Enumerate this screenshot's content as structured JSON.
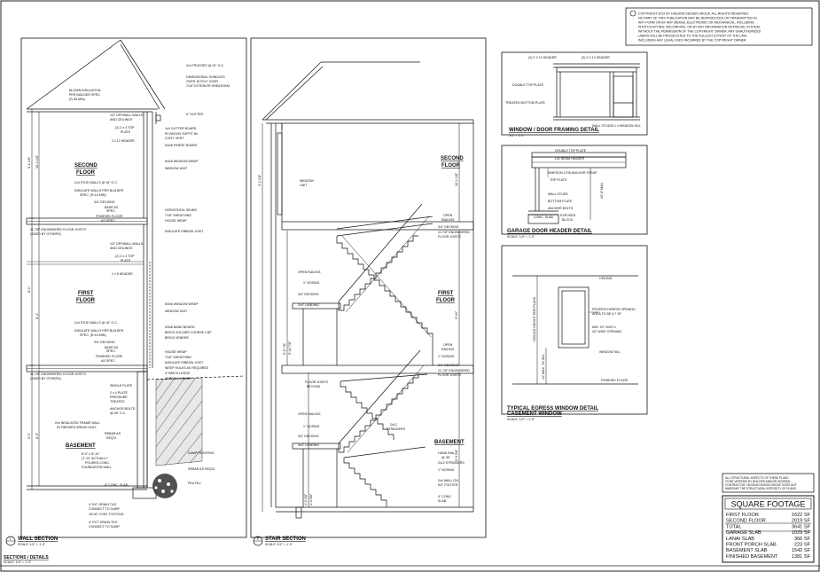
{
  "copyright": {
    "lines": [
      "COPYRIGHT 2012 BY HIGGINS DESIGN GROUP. ALL RIGHTS RESERVED.",
      "NO PART OF THIS PUBLICATION MAY BE REPRODUCED OR TRANSMITTED IN",
      "ANY FORM OR BY ANY MEANS, ELECTRONIC OR MECHANICAL, INCLUDING",
      "PHOTOCOPYING, RECORDING, OR BY ANY INFORMATION RETRIEVAL SYSTEM,",
      "WITHOUT THE PERMISSION OF THE COPYRIGHT OWNER. ANY UNAUTHORIZED",
      "USERS WILL BE PROSECUTED TO THE FULLEST EXTENT OF THE LAW,",
      "INCLUDING ANY LEGAL FEES INCURRED BY THE COPYRIGHT OWNER."
    ]
  },
  "wall_section": {
    "title": "WALL SECTION",
    "scale": "SCALE: 1/2\" = 1'-0\"",
    "marker": "1",
    "labels": {
      "trusses": "2x4 TRUSSES @ 24\" O.C.",
      "shingles1": "DIMENSIONAL SHINGLES",
      "shingles2": "OVER 15 FELT OVER",
      "shingles3": "7/16\" EXTERIOR SHEATHING",
      "blown1": "BLOWN INSULATION",
      "blown2": "PER BUILDER SPEC.",
      "blown3": "(R-38 MIN)",
      "drywall1": "1/2\" DRYWALL WALLS",
      "drywall2": "AND CEILINGS",
      "topplate1": "(2) 2 x 4 TOP",
      "topplate2": "PLATE",
      "header1": "2 x 12 HEADER",
      "gutter": "6\" GUTTER",
      "gutterboard": "1x4 GUTTER BOARD",
      "soffit1": "PLYWOOD SOFFIT W/",
      "soffit2": "CONT. VENT",
      "frieze": "5/4x6 FRIEZE BOARD",
      "second_floor": "SECOND",
      "second_floor2": "FLOOR",
      "window_wrap": "5/4x6 WINDOW WRAP",
      "window_unit": "WINDOW UNIT",
      "studs1": "2x4 STUD WALLS @ 16\" O.C.",
      "insul1": "INSULATE WALLS PER BUILDER",
      "insul2": "SPEC. (R-15 MIN)",
      "decking1": "3/4\" DECKING",
      "base1": "BASE AS",
      "base1b": "SPEC.",
      "finished1": "FINISHED FLOOR",
      "finished1b": "AS SPEC.",
      "siding": "HORIZONTAL SIDING",
      "sheathing": "7/16\" SHEATHING",
      "housewrap": "HOUSE WRAP",
      "rimjoist": "INSULATE RIBBON JOIST",
      "joists1": "11-7/8\" ENGINEERED FLOOR JOISTS",
      "joists1b": "(SIZED BY OTHERS)",
      "drywall3": "1/2\" DRYWALL WALLS",
      "drywall4": "AND CEILINGS",
      "topplate3": "(2) 2 x 4 TOP",
      "topplate4": "PLATE",
      "header2": "2 x 8 HEADER",
      "first_floor": "FIRST",
      "first_floor2": "FLOOR",
      "window_wrap2": "5/4x6 WINDOW WRAP",
      "window_unit2": "WINDOW UNIT",
      "studs2": "2x4 STUD WALLS @ 16\" O.C.",
      "band": "5/4x6 BAND BOARD",
      "soldier": "BRICK SOLDIER COURSE CAP",
      "veneer": "BRICK VENEER",
      "insul3": "INSULATE WALLS PER BUILDER",
      "insul4": "SPEC. (R-15 MIN)",
      "decking2": "3/4\" DECKING",
      "base2": "BASE AS",
      "base2b": "SPEC.",
      "finished2": "FINISHED FLOOR",
      "finished2b": "AS SPEC.",
      "housewrap2": "HOUSE WRAP",
      "sheathing2": "7/16\" SHEATHING",
      "rimjoist2": "INSULATE RIBBON JOIST",
      "weep": "WEEP HOLES AS REQUIRED",
      "ledge": "4\" BRICK LEDGE",
      "grade": "APPROX. GRADE",
      "joists2": "11-7/8\" ENGINEERED FLOOR JOISTS",
      "joists2b": "(SIZED BY OTHERS)",
      "sill": "SINGLE PLATE",
      "pt1": "2 x 4 PLATE",
      "pt2": "PRESSURE",
      "pt3": "TREATED",
      "anchor1": "ANCHOR BOLTS",
      "anchor2": "@ 48\" O.C.",
      "insframe1": "2x4 INSULATED FRAME WALL",
      "insframe2": "IN FINISHED AREAS ONLY",
      "rebar1": "REBAR AS",
      "rebar1b": "REQ'D.",
      "basement": "BASEMENT",
      "found1": "8'-0\" x 8\"-10\"",
      "found2": "(7'-10\" ACTUALLY",
      "found3": "POURED CONC.",
      "found4": "FOUNDATION WALL",
      "slab": "4\" CONC. SLAB",
      "damp": "DAMPPROOFING",
      "rebar2": "REBAR AS REQ'D.",
      "pea": "PEA FILL",
      "drain1": "4\" INT. DRAIN TILE",
      "drain1b": "CONNECT TO SUMP",
      "footing": "16\"x8\" CONT. FOOTING",
      "drain2": "4\" EXT. DRAIN TILE",
      "drain2b": "CONNECT TO SUMP",
      "dim1": "9'-1 1/8\"",
      "dim2": "10'-1 1/8\"",
      "dim3": "8'-1\"",
      "dim4": "8'-4\"",
      "dim5": "9'-1\"",
      "dim6": "8'-0\""
    }
  },
  "stair_section": {
    "title": "STAIR SECTION",
    "scale": "SCALE: 1/2\" = 1'-0\"",
    "marker": "2",
    "labels": {
      "window_unit": "WINDOW",
      "window_unit2": "UNIT",
      "second_floor": "SECOND",
      "second_floor2": "FLOOR",
      "open_railing": "OPEN",
      "open_railing2": "RAILING",
      "decking": "3/4\" DECKING",
      "joists": "11-7/8\" ENGINEERED",
      "joists2": "FLOOR JOISTS",
      "open_railing3": "OPEN RAILING",
      "nosing": "1\" NOSING",
      "decking2": "3/4\" DECKING",
      "landing": "3x4\" LANDING",
      "first_floor": "FIRST",
      "first_floor2": "FLOOR",
      "open_railing4": "OPEN",
      "open_railing5": "RAILING",
      "nosing2": "1\" NOSING",
      "decking3": "3/4\" DECKING",
      "joists3": "11-7/8\" ENGINEERED",
      "joists4": "FLOOR JOISTS",
      "floor_joists": "FLOOR JOISTS",
      "floor_joists2": "BEYOND",
      "open_railing6": "OPEN RAILING",
      "nosing3": "1\" NOSING",
      "stringers": "2x12",
      "stringers2": "STRINGERS",
      "decking4": "3/4\" DECKING",
      "landing2": "3x4\" LANDING",
      "basement": "BASEMENT",
      "handrail": "HAND RAIL",
      "handrail2": "@ 36\"",
      "stringers3": "2x12 STRINGERS",
      "nosing4": "1\" NOSING",
      "wall": "2x4 WALL ON",
      "wall2": "INT. FOOTER",
      "slab": "4\" CONC.",
      "slab2": "SLAB",
      "dim1": "9'-1 1/8\"",
      "dim2": "10'-1 1/8\"",
      "dim3": "6'-8 7/8\"",
      "dim4": "5'-10 7/8\"",
      "dim5": "9'-10\"",
      "dim6": "5'-3 5/8\"",
      "dim7": "4'-0 3/8\"",
      "dim8": "3'-3 5/8\""
    }
  },
  "window_door_detail": {
    "title": "WINDOW / DOOR FRAMING DETAIL",
    "scale": "1/4\" = 1'-0\"",
    "labels": {
      "header": "(2) 2 X 12 HEADER",
      "header2": "(2) 2 X 12 HEADER",
      "double_top": "DOUBLE TOP PLATE",
      "treated": "TREATED BOTTOM PLATE",
      "wall_studs": "WALL STUDS",
      "sill": "2 x 4 WINDOW SILL"
    }
  },
  "garage_detail": {
    "title": "GARAGE DOOR HEADER DETAIL",
    "scale": "SCALE: 1/4\" = 1'-0\"",
    "labels": {
      "double_top": "DOUBLE TOP PLATE",
      "lvl": "LVL BEAM HEADER",
      "strap": "SIMPSON LSTA ANCHOR STRAP",
      "top_plate": "TOP PLATE",
      "wall_studs": "WALL STUDS",
      "bottom_plate": "BOTTOM PLATE",
      "anchor": "ANCHOR BOLTS",
      "slab": "CONC. SLAB",
      "exposed": "EXPOSED",
      "exposed2": "BLOCK",
      "dim": "10'-0\" MAX."
    }
  },
  "egress_detail": {
    "title": "TYPICAL EGRESS WINDOW DETAIL",
    "title2": "CASEMENT WINDOW",
    "scale": "SCALE: 1/2\" = 1'-0\"",
    "labels": {
      "ceiling": "CEILING",
      "egress1": "PROPER EGRESS OPENING",
      "egress2": "AREA TO BE 5.7 SF",
      "min1": "MIN. 24\" HIGH x",
      "min2": "20\" WIDE OPENING",
      "sill": "WINDOW SILL",
      "finished": "FINISHED FLOOR",
      "dim1": "CEILING HEIGHT PER PLANS",
      "dim2": "44\" MAX. TO SILL"
    }
  },
  "struct_note": {
    "lines": [
      "ALL STRUCTURAL ASPECTS OF THESE PLANS",
      "TO BE VERIFIED BY BUILDER AND/OR GENERAL",
      "CONTRACTOR. HIGGINS DESIGN GROUP DOES NOT",
      "WARRANT THE STRUCTURAL INTEGRITY OF PLANS."
    ]
  },
  "square_footage": {
    "title": "SQUARE FOOTAGE",
    "rows": [
      {
        "label": "FIRST FLOOR",
        "value": "1622 SF"
      },
      {
        "label": "SECOND FLOOR",
        "value": "2019 SF"
      },
      {
        "label": "TOTAL",
        "value": "3641 SF"
      },
      {
        "label": "GARAGE SLAB",
        "value": "1029 SF"
      },
      {
        "label": "LANAI SLAB",
        "value": "366 SF"
      },
      {
        "label": "FRONT PORCH SLAB",
        "value": "223 SF"
      },
      {
        "label": "BASEMENT SLAB",
        "value": "1542 SF"
      },
      {
        "label": "FINISHED BASEMENT",
        "value": "1381 SF"
      }
    ]
  },
  "sheet": {
    "title": "SECTIONS / DETAILS",
    "scale": "SCALE: 1/4\" = 1'-0\""
  }
}
